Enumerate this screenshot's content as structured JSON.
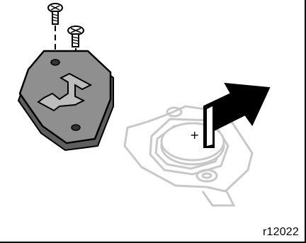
{
  "figure": {
    "reference_code": "r12022",
    "plus_symbol": "+"
  },
  "parts": {
    "screws": [
      "screw-icon",
      "screw-icon"
    ],
    "cover": "key-cover-plate",
    "base": "key-base",
    "battery": "coin-battery",
    "arrow": "removal-arrow-icon"
  },
  "colors": {
    "line": "#000000",
    "fill_dark": "#8f8f8f",
    "fill_light": "#ffffff",
    "ghost_line": "#c8c8c8",
    "arrow": "#000000"
  }
}
